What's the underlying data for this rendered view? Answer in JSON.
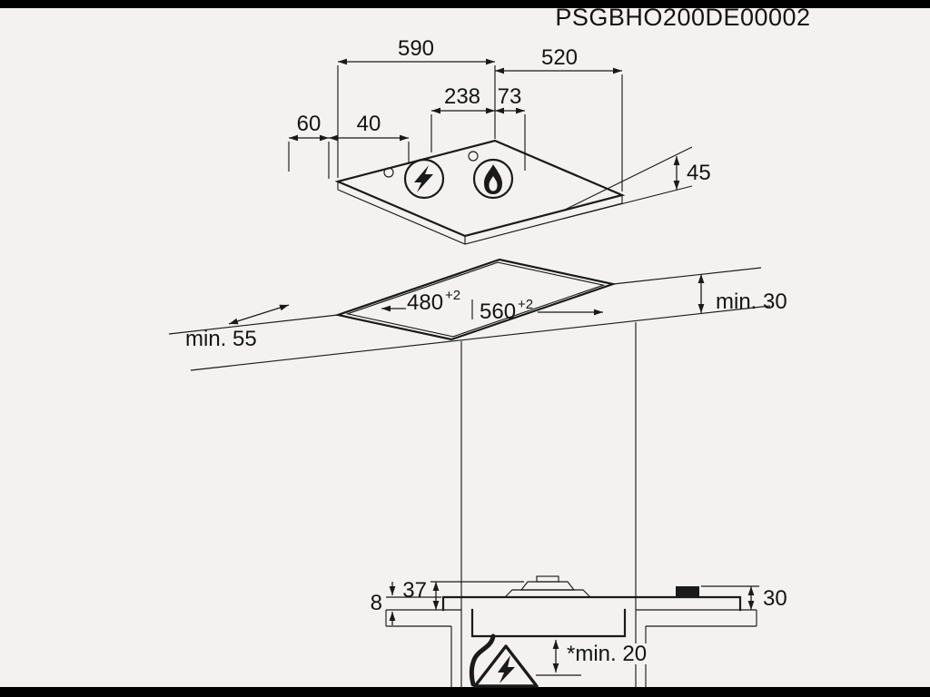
{
  "header": {
    "part_number": "PSGBHO200DE00002"
  },
  "colors": {
    "line": "#1a1a1a",
    "background": "#f3f2f0",
    "letterbox": "#000000"
  },
  "top_view": {
    "dims": {
      "width": "590",
      "depth": "520",
      "burner_center_offset": "238",
      "burner_edge_offset": "73",
      "knob_offset": "60",
      "knob_spacing": "40",
      "hob_height": "45"
    },
    "icons": {
      "left_burner": "spark-ignition-icon",
      "right_burner": "gas-flame-icon"
    }
  },
  "cutout_view": {
    "dims": {
      "cutout_depth": "480",
      "cutout_depth_tolerance": "+2",
      "cutout_width": "560",
      "cutout_width_tolerance": "+2",
      "front_clearance": "min. 55",
      "rear_clearance": "min. 30"
    }
  },
  "section_view": {
    "dims": {
      "burner_height": "37",
      "rim_height": "8",
      "rear_height": "30",
      "bottom_clearance": "*min. 20"
    },
    "icons": {
      "warning": "electric-shock-warning-icon"
    }
  }
}
